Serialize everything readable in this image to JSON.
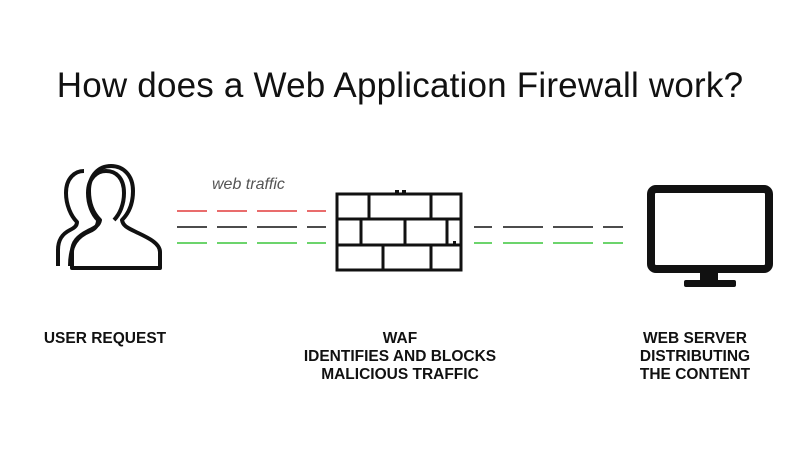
{
  "title": "How does a Web Application Firewall work?",
  "traffic_label": "web traffic",
  "captions": {
    "user": [
      "USER REQUEST"
    ],
    "waf": [
      "WAF",
      "IDENTIFIES AND BLOCKS",
      "MALICIOUS TRAFFIC"
    ],
    "server": [
      "WEB SERVER",
      "DISTRIBUTING",
      "THE CONTENT"
    ]
  },
  "icons": {
    "users": "users-icon",
    "firewall": "firewall-brick-wall-icon",
    "server": "monitor-icon"
  },
  "colors": {
    "malicious": "#e23b3b",
    "neutral": "#111111",
    "safe": "#3cc63c",
    "text": "#111111",
    "label": "#555555"
  }
}
